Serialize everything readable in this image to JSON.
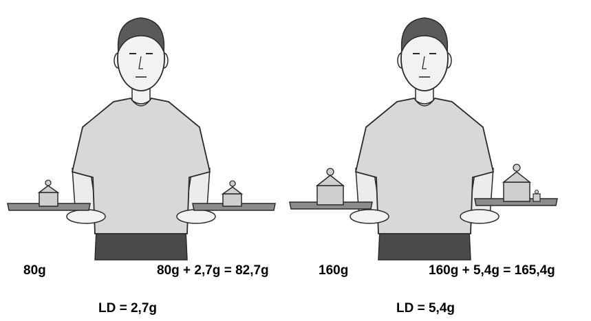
{
  "left": {
    "left_tray_label": "80g",
    "right_tray_label": "80g + 2,7g = 82,7g",
    "difference_label": "LD = 2,7g"
  },
  "right": {
    "left_tray_label": "160g",
    "right_tray_label": "160g + 5,4g = 165,4g",
    "difference_label": "LD = 5,4g"
  },
  "colors": {
    "line": "#2a2a2a",
    "shirt": "#d8d8d8",
    "hair": "#5a5a5a",
    "pants": "#4a4a4a",
    "weight": "#cfcfcf",
    "tray": "#8c8c8c"
  }
}
